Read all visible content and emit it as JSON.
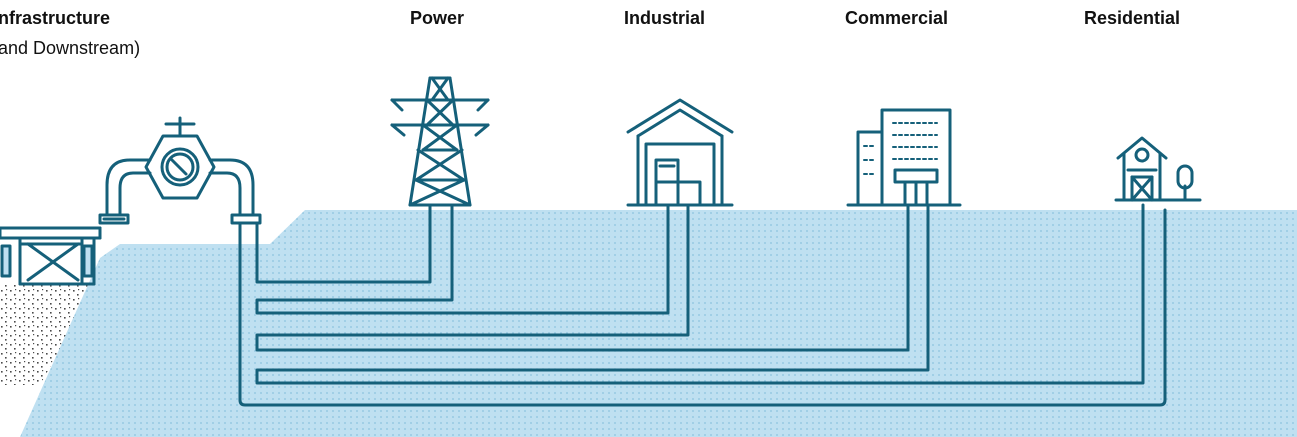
{
  "labels": {
    "infrastructure": "nfrastructure",
    "infrastructure_sub": "and Downstream)",
    "power": "Power",
    "industrial": "Industrial",
    "commercial": "Commercial",
    "residential": "Residential"
  },
  "colors": {
    "stroke": "#15607a",
    "ground_fill": "#bfe0f1",
    "ground_dots": "#8cc3de",
    "rock_dots": "#4a4a4a",
    "background": "#ffffff"
  },
  "icons": [
    "bridge-icon",
    "valve-pipeline-icon",
    "power-tower-icon",
    "warehouse-icon",
    "office-building-icon",
    "house-icon",
    "tree-icon"
  ]
}
